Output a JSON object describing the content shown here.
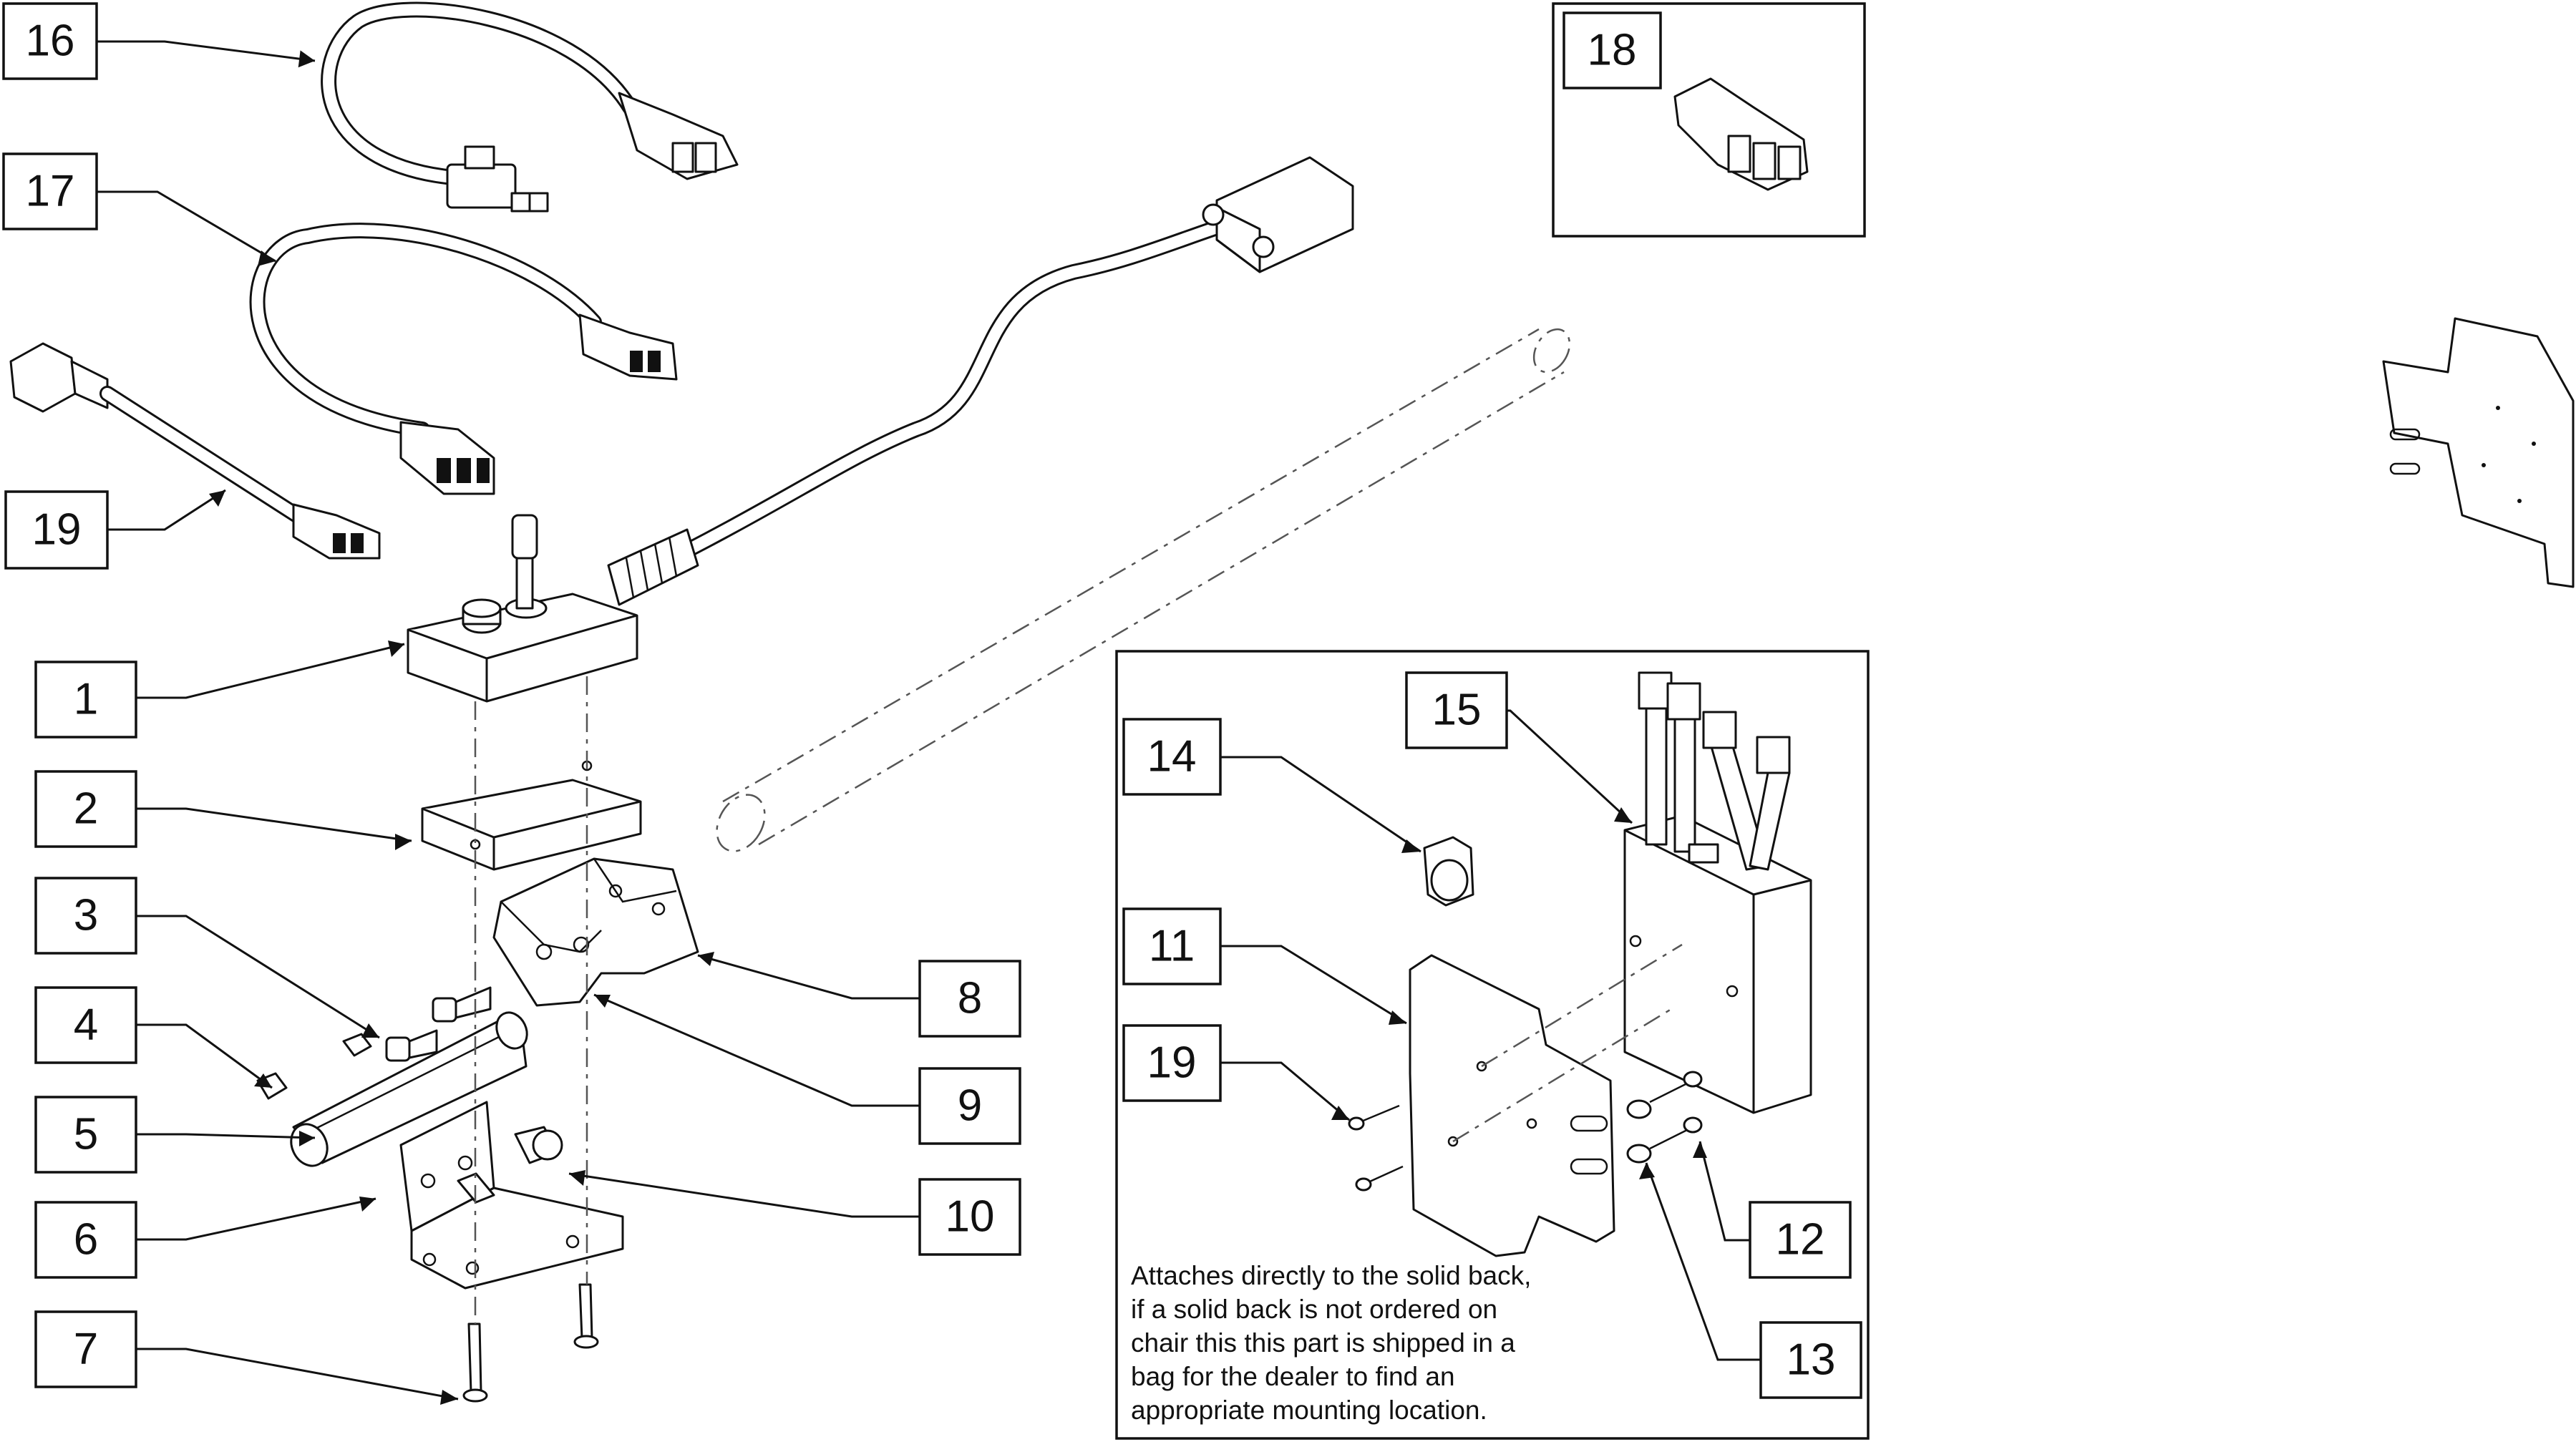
{
  "callouts": {
    "c1": "1",
    "c2": "2",
    "c3": "3",
    "c4": "4",
    "c5": "5",
    "c6": "6",
    "c7": "7",
    "c8": "8",
    "c9": "9",
    "c10": "10",
    "c11": "11",
    "c12": "12",
    "c13": "13",
    "c14": "14",
    "c15": "15",
    "c16": "16",
    "c17": "17",
    "c18": "18",
    "c19a": "19",
    "c19b": "19"
  },
  "note": {
    "line1": "Attaches directly to the solid back,",
    "line2": "if a solid back is not ordered on",
    "line3": "chair this this part is shipped in a",
    "line4": "bag for the dealer to find an",
    "line5": "appropriate mounting location."
  },
  "icons": [
    "joystick-icon",
    "connector-icon",
    "cable-icon",
    "bracket-icon",
    "screw-icon",
    "plate-icon",
    "module-icon",
    "clip-icon"
  ]
}
